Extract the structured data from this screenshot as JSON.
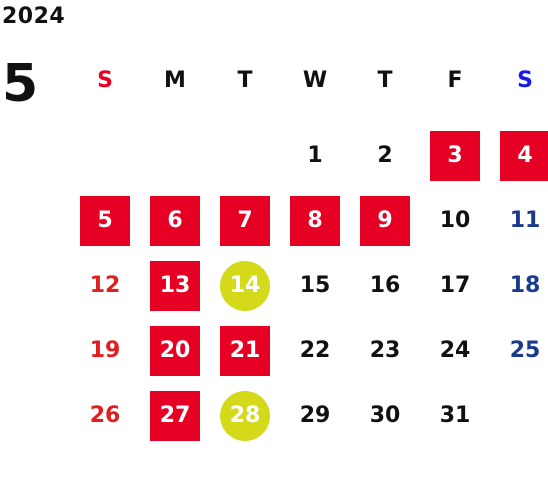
{
  "calendar": {
    "year": "2024",
    "month": "5",
    "weekdays": [
      "S",
      "M",
      "T",
      "W",
      "T",
      "F",
      "S"
    ],
    "colors": {
      "closed": "#e60023",
      "special": "#d4d91a",
      "sunday": "#e02020",
      "saturday": "#1a3a8c",
      "weekday": "#111111"
    },
    "weeks": [
      [
        null,
        null,
        null,
        {
          "day": "1"
        },
        {
          "day": "2"
        },
        {
          "day": "3",
          "status": "closed"
        },
        {
          "day": "4",
          "status": "closed"
        }
      ],
      [
        {
          "day": "5",
          "status": "closed"
        },
        {
          "day": "6",
          "status": "closed"
        },
        {
          "day": "7",
          "status": "closed"
        },
        {
          "day": "8",
          "status": "closed"
        },
        {
          "day": "9",
          "status": "closed"
        },
        {
          "day": "10"
        },
        {
          "day": "11"
        }
      ],
      [
        {
          "day": "12"
        },
        {
          "day": "13",
          "status": "closed"
        },
        {
          "day": "14",
          "status": "special"
        },
        {
          "day": "15"
        },
        {
          "day": "16"
        },
        {
          "day": "17"
        },
        {
          "day": "18"
        }
      ],
      [
        {
          "day": "19"
        },
        {
          "day": "20",
          "status": "closed"
        },
        {
          "day": "21",
          "status": "closed"
        },
        {
          "day": "22"
        },
        {
          "day": "23"
        },
        {
          "day": "24"
        },
        {
          "day": "25"
        }
      ],
      [
        {
          "day": "26"
        },
        {
          "day": "27",
          "status": "closed"
        },
        {
          "day": "28",
          "status": "special"
        },
        {
          "day": "29"
        },
        {
          "day": "30"
        },
        {
          "day": "31"
        },
        null
      ]
    ]
  }
}
